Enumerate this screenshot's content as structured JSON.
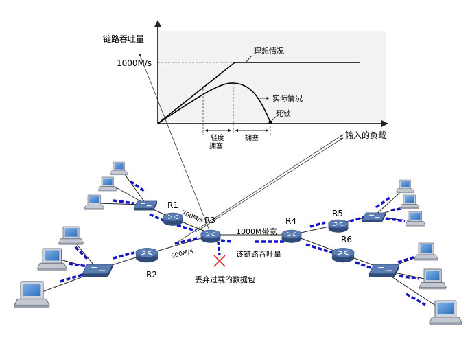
{
  "graph": {
    "ylabel": "链路吞吐量",
    "ymark": "1000M/s",
    "ideal": "理想情况",
    "actual": "实际情况",
    "deadlock": "死锁",
    "mild_line1": "轻度",
    "mild_line2": "拥塞",
    "congestion": "拥塞",
    "xlabel": "输入的负载"
  },
  "network": {
    "routers": [
      "R1",
      "R2",
      "R3",
      "R4",
      "R5",
      "R6"
    ],
    "link_700": "700M/s",
    "link_600": "600M/s",
    "link_1000": "1000M带宽",
    "link_throughput": "该链路吞吐量",
    "dropped": "丢弃过载的数据包"
  },
  "colors": {
    "router_body": "#3f5f90",
    "switch_body": "#3f5f90",
    "packet": "#1414c8",
    "drop": "#e02020",
    "graph_bg": "#f2f2f2"
  }
}
